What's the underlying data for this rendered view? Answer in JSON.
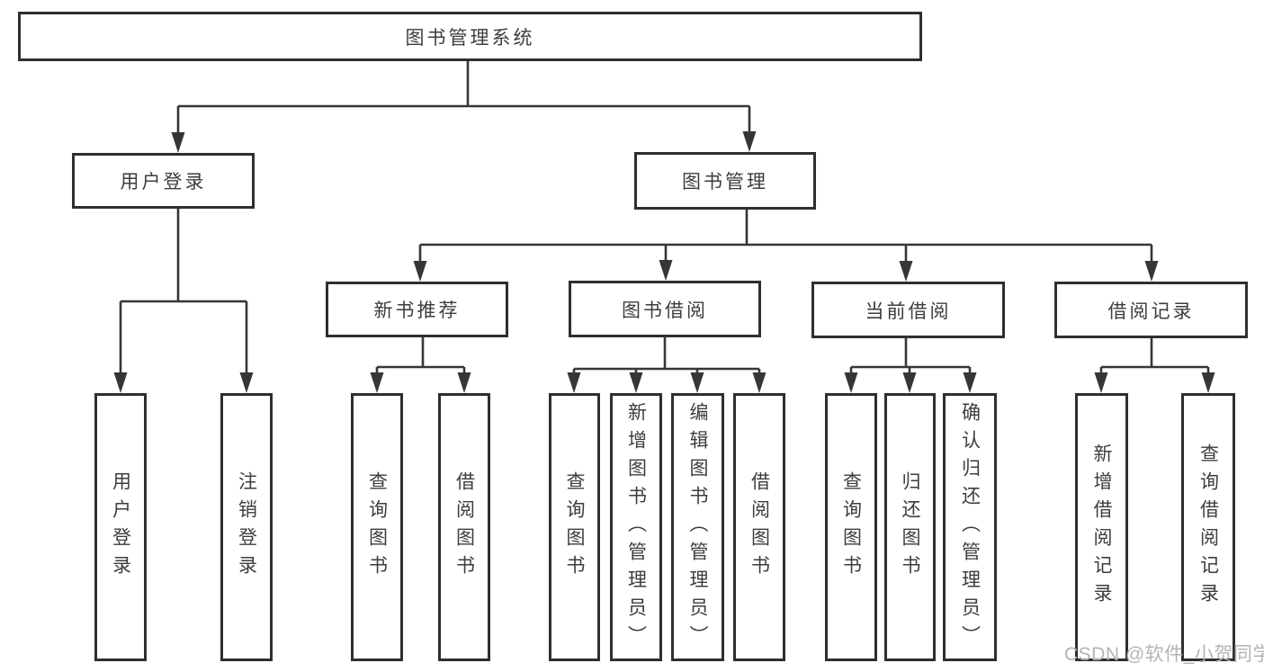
{
  "tree": {
    "root": {
      "label": "图书管理系统"
    },
    "branches": [
      {
        "label": "用户登录",
        "children": [
          {
            "label": "用户登录"
          },
          {
            "label": "注销登录"
          }
        ]
      },
      {
        "label": "图书管理",
        "children": [
          {
            "label": "新书推荐",
            "children": [
              {
                "label": "查询图书"
              },
              {
                "label": "借阅图书"
              }
            ]
          },
          {
            "label": "图书借阅",
            "children": [
              {
                "label": "查询图书"
              },
              {
                "label": "新增图书（管理员）"
              },
              {
                "label": "编辑图书（管理员）"
              },
              {
                "label": "借阅图书"
              }
            ]
          },
          {
            "label": "当前借阅",
            "children": [
              {
                "label": "查询图书"
              },
              {
                "label": "归还图书"
              },
              {
                "label": "确认归还（管理员）"
              }
            ]
          },
          {
            "label": "借阅记录",
            "children": [
              {
                "label": "新增借阅记录"
              },
              {
                "label": "查询借阅记录"
              }
            ]
          }
        ]
      }
    ]
  },
  "watermark": {
    "text": "CSDN @软件_小贺同学"
  },
  "colors": {
    "line": "#363636",
    "box_border": "#2f2f2f",
    "text": "#3d3d3d",
    "watermark": "#b4b4b4",
    "background": "#ffffff"
  }
}
